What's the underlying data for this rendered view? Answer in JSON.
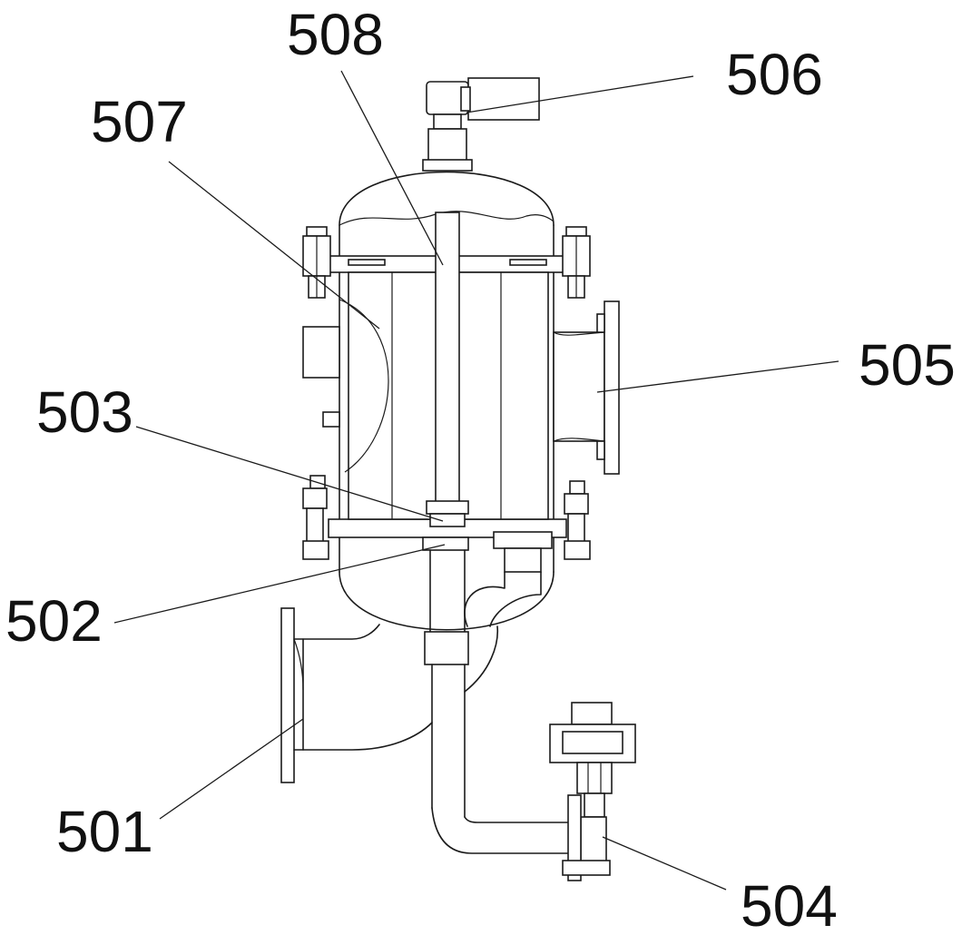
{
  "labels": {
    "l501": "501",
    "l502": "502",
    "l503": "503",
    "l504": "504",
    "l505": "505",
    "l506": "506",
    "l507": "507",
    "l508": "508"
  }
}
